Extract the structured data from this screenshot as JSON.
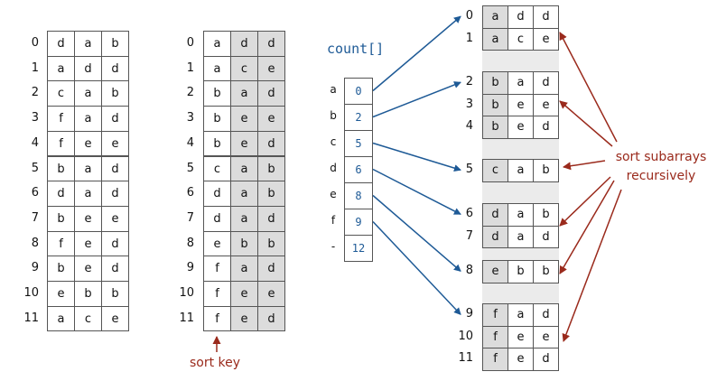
{
  "indices": [
    "0",
    "1",
    "2",
    "3",
    "4",
    "5",
    "6",
    "7",
    "8",
    "9",
    "10",
    "11"
  ],
  "input_rows": [
    [
      "d",
      "a",
      "b"
    ],
    [
      "a",
      "d",
      "d"
    ],
    [
      "c",
      "a",
      "b"
    ],
    [
      "f",
      "a",
      "d"
    ],
    [
      "f",
      "e",
      "e"
    ],
    [
      "b",
      "a",
      "d"
    ],
    [
      "d",
      "a",
      "d"
    ],
    [
      "b",
      "e",
      "e"
    ],
    [
      "f",
      "e",
      "d"
    ],
    [
      "b",
      "e",
      "d"
    ],
    [
      "e",
      "b",
      "b"
    ],
    [
      "a",
      "c",
      "e"
    ]
  ],
  "sorted_rows": [
    [
      "a",
      "d",
      "d"
    ],
    [
      "a",
      "c",
      "e"
    ],
    [
      "b",
      "a",
      "d"
    ],
    [
      "b",
      "e",
      "e"
    ],
    [
      "b",
      "e",
      "d"
    ],
    [
      "c",
      "a",
      "b"
    ],
    [
      "d",
      "a",
      "b"
    ],
    [
      "d",
      "a",
      "d"
    ],
    [
      "e",
      "b",
      "b"
    ],
    [
      "f",
      "a",
      "d"
    ],
    [
      "f",
      "e",
      "e"
    ],
    [
      "f",
      "e",
      "d"
    ]
  ],
  "sort_key_label": "sort key",
  "count_title": "count[]",
  "count_letters": [
    "a",
    "b",
    "c",
    "d",
    "e",
    "f",
    "-"
  ],
  "count_values": [
    "0",
    "2",
    "5",
    "6",
    "8",
    "9",
    "12"
  ],
  "subarray_label_line1": "sort subarrays",
  "subarray_label_line2": "recursively",
  "colors": {
    "blue": "#1e5a96",
    "red": "#9a2a1c",
    "shade": "#dcdcdc",
    "band": "#ebebeb"
  }
}
